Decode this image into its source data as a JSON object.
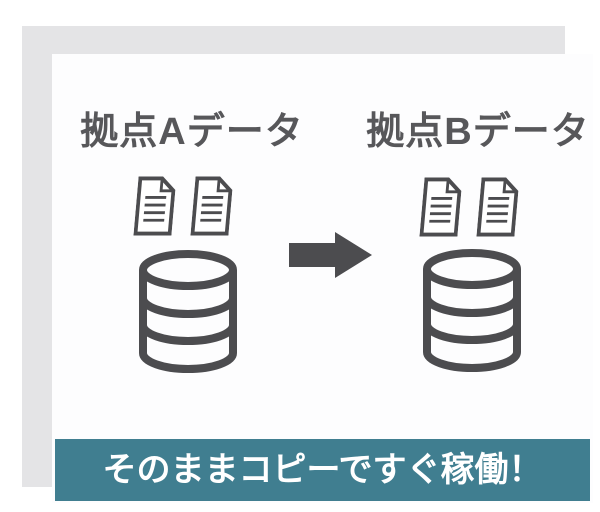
{
  "diagram": {
    "source": {
      "label": "拠点Aデータ",
      "document_count": 2
    },
    "target": {
      "label": "拠点Bデータ",
      "document_count": 2
    },
    "banner": {
      "text": "そのままコピーですぐ稼働！"
    },
    "icons": {
      "documents": "document-icon",
      "storage": "database-icon",
      "flow": "arrow-right-icon"
    }
  },
  "colors": {
    "banner_background": "#407e90",
    "banner_text": "#ffffff",
    "icon_stroke": "#4c4c4f",
    "label_text": "#57575a",
    "back_card_background": "#e4e4e6",
    "card_background": "#fdfdfe"
  }
}
